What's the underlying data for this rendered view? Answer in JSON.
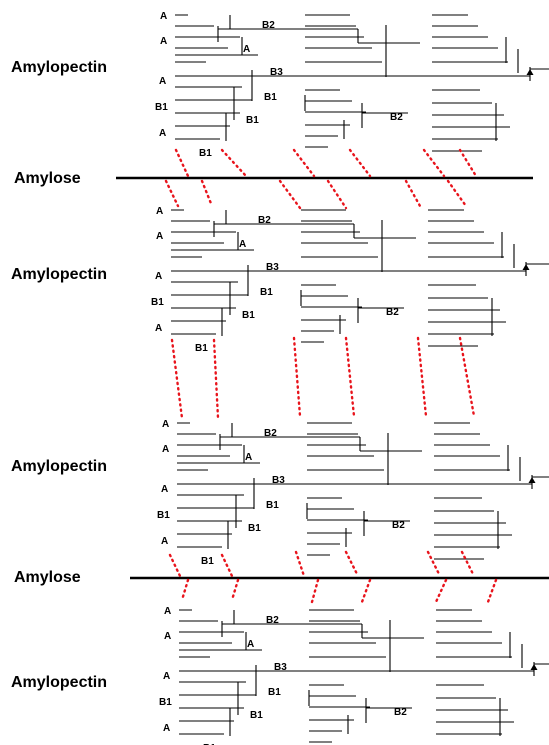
{
  "colors": {
    "ink": "#000000",
    "link_dots": "#e8141c",
    "background": "#ffffff"
  },
  "labels": {
    "amylopectin": "Amylopectin",
    "amylose": "Amylose",
    "chain_a": "A",
    "chain_b1": "B1",
    "chain_b2": "B2",
    "chain_b3": "B3"
  },
  "bands": [
    {
      "type": "amylopectin",
      "label": "Amylopectin"
    },
    {
      "type": "amylose",
      "label": "Amylose"
    },
    {
      "type": "amylopectin",
      "label": "Amylopectin"
    },
    {
      "type": "amylopectin",
      "label": "Amylopectin"
    },
    {
      "type": "amylose",
      "label": "Amylose"
    },
    {
      "type": "amylopectin",
      "label": "Amylopectin"
    }
  ]
}
